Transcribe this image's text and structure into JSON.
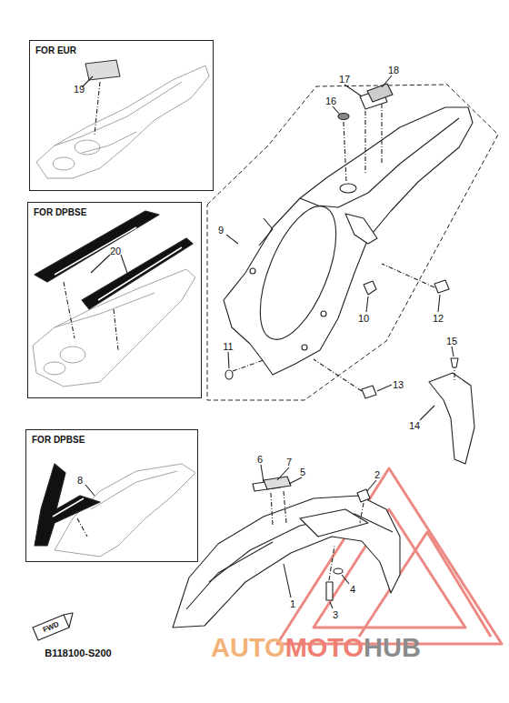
{
  "diagram": {
    "nodes": [
      {
        "text": [
          "FOR EUR",
          "19"
        ]
      },
      {
        "text": [
          "FOR DPBSE",
          "20"
        ]
      },
      {
        "text": [
          "FOR DPBSE",
          "8"
        ]
      }
    ],
    "labels": [
      "9",
      "10",
      "11",
      "12",
      "13",
      "14",
      "15",
      "16",
      "17",
      "18",
      "6",
      "7",
      "5",
      "2",
      "1",
      "4",
      "3",
      "FWD",
      "B118100-S200",
      "AUTO",
      "MOTO",
      "HUB"
    ]
  }
}
